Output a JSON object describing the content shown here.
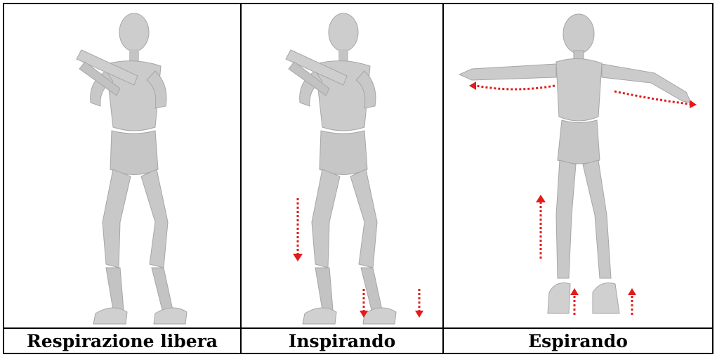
{
  "figures": [
    {
      "caption": "Respirazione libera",
      "pose": "mannequin-crouched-arms-crossed",
      "arrows": []
    },
    {
      "caption": "Inspirando",
      "pose": "mannequin-crouched-arms-crossed",
      "arrows": [
        "down-arrow-beside-leg",
        "down-arrow-left-foot",
        "down-arrow-right-foot"
      ]
    },
    {
      "caption": "Espirando",
      "pose": "mannequin-standing-arms-spread",
      "arrows": [
        "left-arm-outward-arrow",
        "right-arm-outward-arrow",
        "up-arrow-beside-leg",
        "up-arrow-left-foot",
        "up-arrow-right-foot"
      ]
    }
  ],
  "colors": {
    "figure": "#c9c9c9",
    "figure_shadow": "#a9a9a9",
    "arrow": "#e31b1b",
    "border": "#000000"
  }
}
